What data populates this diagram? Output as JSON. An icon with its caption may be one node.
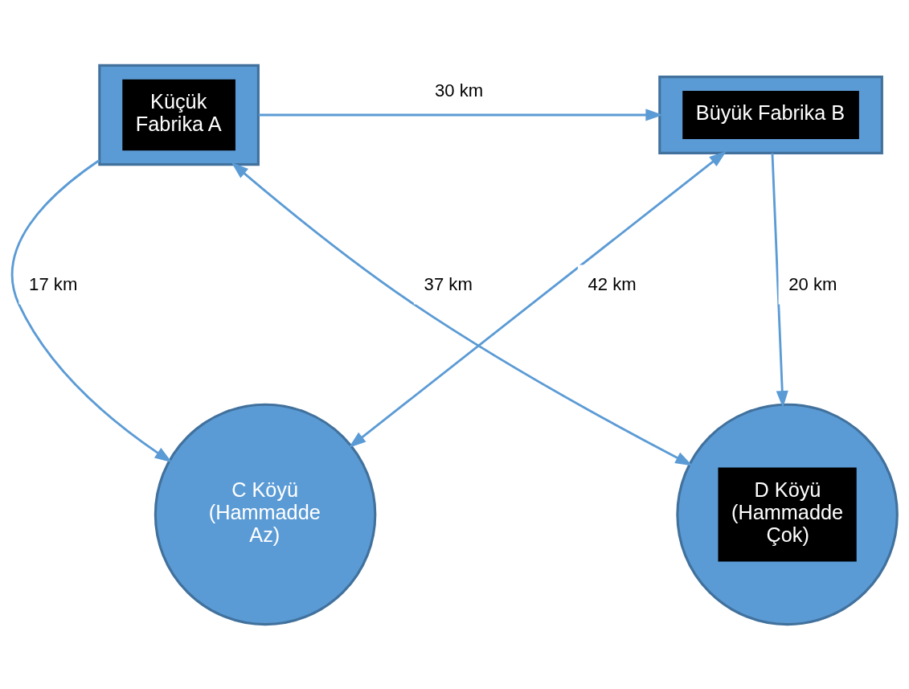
{
  "diagram": {
    "nodes": [
      {
        "text": [
          "Küçük Fabrika A"
        ]
      },
      {
        "text": [
          "Büyük Fabrika B"
        ]
      },
      {
        "text": [
          "C Köyü (Hammadde Az)"
        ]
      },
      {
        "text": [
          "D Köyü (Hammadde Çok)"
        ]
      }
    ],
    "edges": [
      {
        "from": 0,
        "to": 1,
        "arrow": "to",
        "label": "30 km"
      },
      {
        "from": 0,
        "to": 2,
        "arrow": "to",
        "label": "17 km"
      },
      {
        "from": 1,
        "to": 2,
        "arrow": "both",
        "label": "42 km"
      },
      {
        "from": 0,
        "to": 3,
        "arrow": "both",
        "label": "37 km"
      },
      {
        "from": 1,
        "to": 3,
        "arrow": "to",
        "label": "20 km"
      }
    ]
  }
}
